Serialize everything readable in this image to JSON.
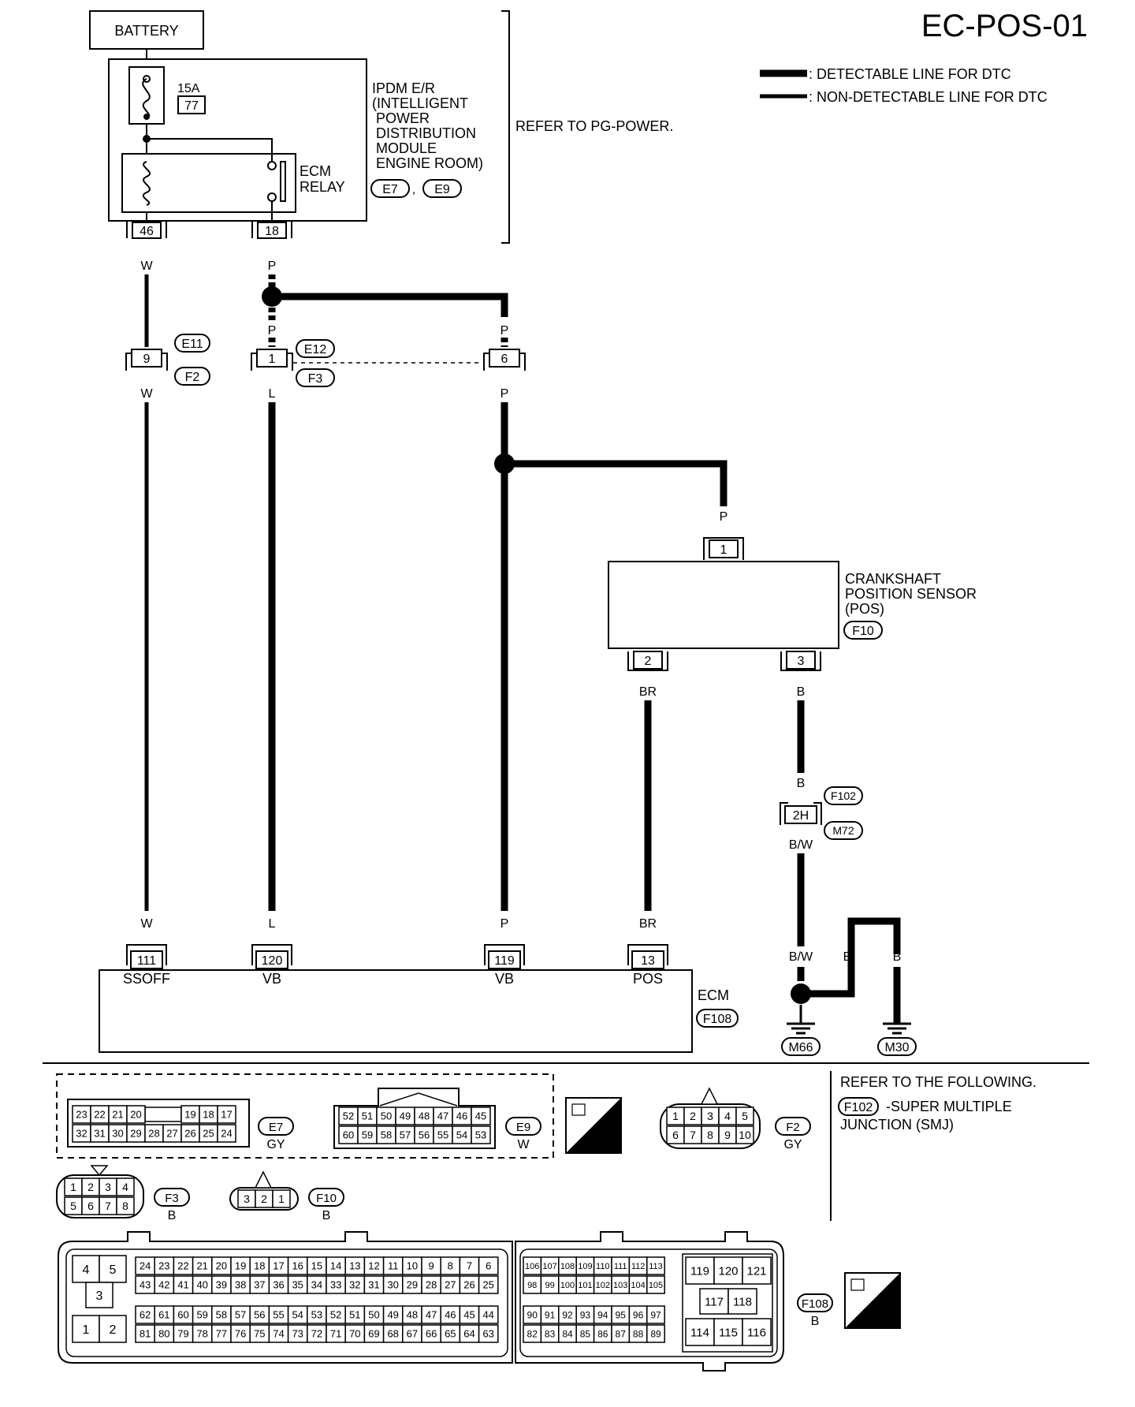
{
  "page": {
    "code": "EC-POS-01",
    "legend": {
      "detectable": ": DETECTABLE LINE FOR DTC",
      "non_detectable": ": NON-DETECTABLE LINE FOR DTC"
    },
    "refer_pg": "REFER TO PG-POWER.",
    "refer_following": "REFER TO THE FOLLOWING.",
    "smj_code": "F102",
    "smj_line1": "-SUPER MULTIPLE",
    "smj_line2": "JUNCTION (SMJ)"
  },
  "battery": {
    "label": "BATTERY"
  },
  "ipdm": {
    "fuse_amp": "15A",
    "fuse_no": "77",
    "name_lines": [
      "IPDM E/R",
      "(INTELLIGENT",
      "POWER",
      "DISTRIBUTION",
      "MODULE",
      "ENGINE ROOM)"
    ],
    "relay_lines": [
      "ECM",
      "RELAY"
    ],
    "conn_a": "E7",
    "conn_sep": ",",
    "conn_b": "E9",
    "pin_a": "46",
    "pin_b": "18"
  },
  "wires": {
    "w": "W",
    "p": "P",
    "l": "L",
    "br": "BR",
    "b": "B",
    "bw": "B/W"
  },
  "junctions": {
    "j1_pin": "9",
    "j1_top": "E11",
    "j1_bot": "F2",
    "j2_pin": "1",
    "j2_top": "E12",
    "j2_bot": "F3",
    "j3_pin": "6",
    "j4_pin": "2H",
    "j4_top": "F102",
    "j4_bot": "M72"
  },
  "sensor": {
    "lines": [
      "CRANKSHAFT",
      "POSITION SENSOR",
      "(POS)"
    ],
    "conn": "F10",
    "pin1": "1",
    "pin2": "2",
    "pin3": "3"
  },
  "ecm": {
    "label": "ECM",
    "conn": "F108",
    "pins": [
      {
        "no": "111",
        "name": "SSOFF"
      },
      {
        "no": "120",
        "name": "VB"
      },
      {
        "no": "119",
        "name": "VB"
      },
      {
        "no": "13",
        "name": "POS"
      }
    ]
  },
  "grounds": {
    "g1": "M66",
    "g2": "M30"
  },
  "connectors": {
    "e7": {
      "code": "E7",
      "color": "GY",
      "top": [
        "23",
        "22",
        "21",
        "20",
        "",
        "19",
        "18",
        "17"
      ],
      "bottom": [
        "32",
        "31",
        "30",
        "29",
        "28",
        "27",
        "26",
        "25",
        "24"
      ]
    },
    "e9": {
      "code": "E9",
      "color": "W",
      "top": [
        "52",
        "51",
        "50",
        "49",
        "48",
        "47",
        "46",
        "45"
      ],
      "bottom": [
        "60",
        "59",
        "58",
        "57",
        "56",
        "55",
        "54",
        "53"
      ]
    },
    "hs": "H.S.",
    "f2": {
      "code": "F2",
      "color": "GY",
      "top": [
        "1",
        "2",
        "3",
        "4",
        "5"
      ],
      "bottom": [
        "6",
        "7",
        "8",
        "9",
        "10"
      ]
    },
    "f3": {
      "code": "F3",
      "color": "B",
      "top": [
        "1",
        "2",
        "3",
        "4"
      ],
      "bottom": [
        "5",
        "6",
        "7",
        "8"
      ]
    },
    "f10": {
      "code": "F10",
      "color": "B",
      "pins": [
        "3",
        "2",
        "1"
      ]
    },
    "f108": {
      "code": "F108",
      "color": "B",
      "left": [
        "4",
        "5",
        "3",
        "1",
        "2"
      ],
      "blockA_r1": [
        "24",
        "23",
        "22",
        "21",
        "20",
        "19",
        "18",
        "17",
        "16",
        "15",
        "14",
        "13",
        "12",
        "11",
        "10",
        "9",
        "8",
        "7",
        "6"
      ],
      "blockA_r2": [
        "43",
        "42",
        "41",
        "40",
        "39",
        "38",
        "37",
        "36",
        "35",
        "34",
        "33",
        "32",
        "31",
        "30",
        "29",
        "28",
        "27",
        "26",
        "25"
      ],
      "blockA_r3": [
        "62",
        "61",
        "60",
        "59",
        "58",
        "57",
        "56",
        "55",
        "54",
        "53",
        "52",
        "51",
        "50",
        "49",
        "48",
        "47",
        "46",
        "45",
        "44"
      ],
      "blockA_r4": [
        "81",
        "80",
        "79",
        "78",
        "77",
        "76",
        "75",
        "74",
        "73",
        "72",
        "71",
        "70",
        "69",
        "68",
        "67",
        "66",
        "65",
        "64",
        "63"
      ],
      "blockB_r1": [
        "106",
        "107",
        "108",
        "109",
        "110",
        "111",
        "112",
        "113"
      ],
      "blockB_r2": [
        "98",
        "99",
        "100",
        "101",
        "102",
        "103",
        "104",
        "105"
      ],
      "blockB_r3": [
        "90",
        "91",
        "92",
        "93",
        "94",
        "95",
        "96",
        "97"
      ],
      "blockB_r4": [
        "82",
        "83",
        "84",
        "85",
        "86",
        "87",
        "88",
        "89"
      ],
      "blockC_top": [
        "119",
        "120",
        "121"
      ],
      "blockC_mid": [
        "117",
        "118"
      ],
      "blockC_bot": [
        "114",
        "115",
        "116"
      ]
    }
  }
}
